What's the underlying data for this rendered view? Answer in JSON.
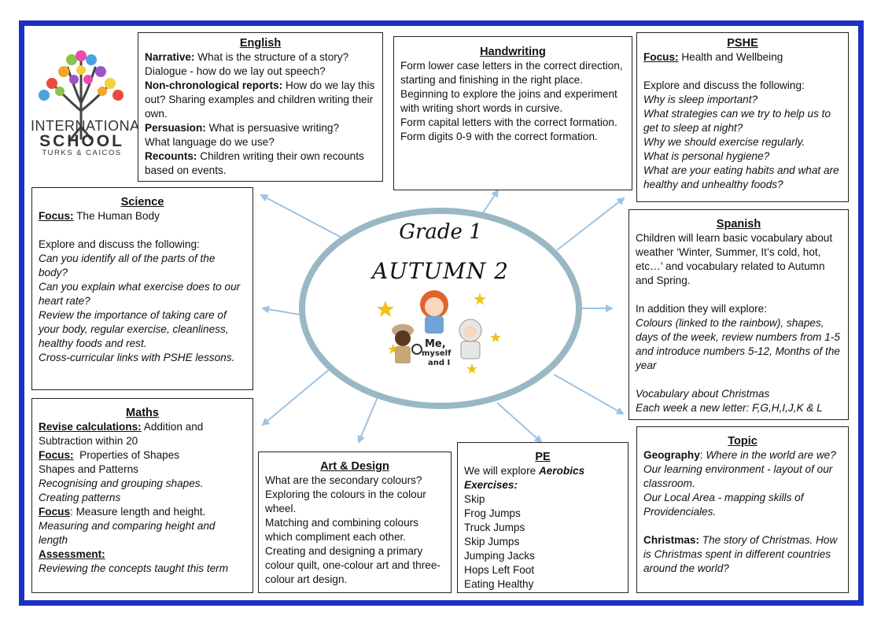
{
  "logo": {
    "line1": "INTERNATIONAL",
    "line2": "SCHOOL",
    "line3": "TURKS & CAICOS"
  },
  "center": {
    "title": "Grade 1",
    "subtitle": "AUTUMN 2",
    "image_text_1": "Me,",
    "image_text_2": "myself",
    "image_text_3": "and I"
  },
  "english": {
    "title": "English",
    "narrative_label": "Narrative:",
    "narrative_text": "What is the structure of a story?",
    "dialogue": "Dialogue - how do we lay out speech?",
    "nonchron_label": "Non-chronological reports:",
    "nonchron_text": "How do we lay this out? Sharing examples and children writing their own.",
    "persuasion_label": "Persuasion:",
    "persuasion_text": "What is persuasive writing?",
    "language": "What language do we use?",
    "recounts_label": "Recounts:",
    "recounts_text": "Children writing their own recounts based on events."
  },
  "handwriting": {
    "title": "Handwriting",
    "lines": [
      "Form lower case letters in the correct direction, starting and finishing in the right place.",
      "Beginning to explore the joins and experiment with writing short words in cursive.",
      "Form capital letters with the correct formation.",
      "Form digits 0-9 with the correct formation."
    ]
  },
  "pshe": {
    "title": "PSHE",
    "focus_label": "Focus:",
    "focus_text": "Health and Wellbeing",
    "intro": "Explore and discuss the following:",
    "questions": [
      "Why is sleep important?",
      "What strategies can we try to help us to get to sleep at night?",
      "Why we should exercise regularly.",
      "What is personal hygiene?",
      "What are your eating habits and what are healthy and unhealthy foods?"
    ]
  },
  "science": {
    "title": "Science",
    "focus_label": "Focus:",
    "focus_text": "The Human Body",
    "intro": "Explore and discuss the following:",
    "questions": [
      "Can you identify all of the parts of the body?",
      "Can you explain what exercise does to our heart rate?",
      "Review the importance of taking care of your body, regular exercise, cleanliness, healthy foods and rest.",
      "Cross-curricular links with PSHE lessons."
    ]
  },
  "spanish": {
    "title": "Spanish",
    "intro": "Children will learn basic vocabulary about weather ‘Winter, Summer, It’s cold, hot, etc…’ and vocabulary related to Autumn and Spring.",
    "explore_intro": "In addition they will explore:",
    "explore_text": "Colours (linked to the rainbow), shapes, days of the week, review numbers from 1-5 and introduce numbers 5-12, Months of the year",
    "christmas_vocab": "Vocabulary about Christmas",
    "letters": "Each week a new letter: F,G,H,I,J,K & L"
  },
  "maths": {
    "title": "Maths",
    "revise_label": "Revise calculations:",
    "revise_text": "Addition and Subtraction within 20",
    "focus1_label": "Focus:",
    "focus1_text": "Properties of Shapes",
    "shapes_patterns": "Shapes and Patterns",
    "recognising": "Recognising and grouping shapes.",
    "creating": "Creating patterns",
    "focus2_label": "Focus",
    "focus2_text": ": Measure length and height.",
    "measuring": "Measuring and comparing height and length",
    "assessment_label": "Assessment:",
    "reviewing": "Reviewing the concepts taught this term"
  },
  "art": {
    "title": "Art & Design",
    "lines": [
      "What are the secondary colours?",
      "Exploring the colours in the colour wheel.",
      "Matching and combining colours which compliment each other.",
      "Creating and designing a primary colour quilt, one-colour art and three-colour art design."
    ]
  },
  "pe": {
    "title": "PE",
    "explore_prefix": "We will explore",
    "explore_bold": "Aerobics",
    "exercises_label": "Exercises:",
    "exercises": [
      "Skip",
      "Frog Jumps",
      "Truck Jumps",
      "Skip Jumps",
      "Jumping Jacks",
      "Hops Left Foot",
      "Eating Healthy"
    ]
  },
  "topic": {
    "title": "Topic",
    "geo_label": "Geography",
    "geo_text": "Where in the world are we?",
    "learning_env": "Our learning environment - layout of our classroom.",
    "local_area": "Our Local Area - mapping skills of Providenciales.",
    "christmas_label": "Christmas:",
    "christmas_text": "The story of Christmas. How is Christmas spent in different countries around the world?"
  },
  "colors": {
    "border_blue": "#1c31c4",
    "arrow_blue": "#9cc3e4",
    "ellipse": "#9ab8c4"
  }
}
